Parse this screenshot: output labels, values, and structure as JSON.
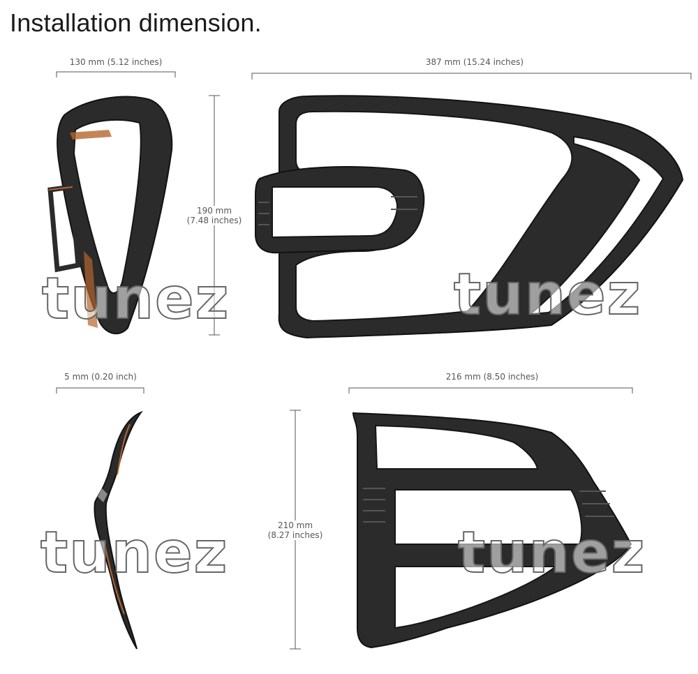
{
  "title": "Installation dimension.",
  "dimensions": {
    "top_left_width": "130 mm (5.12 inches)",
    "top_right_width": "387 mm (15.24 inches)",
    "top_height_line1": "190 mm",
    "top_height_line2": "(7.48 inches)",
    "bottom_left_width": "5 mm (0.20 inch)",
    "bottom_right_width": "216 mm (8.50 inches)",
    "bottom_height_line1": "210 mm",
    "bottom_height_line2": "(8.27 inches)"
  },
  "watermark": "tunez",
  "colors": {
    "part": "#2b2b2b",
    "part_edge": "#111111",
    "line": "#555555",
    "accent_orange": "#b5652e"
  }
}
